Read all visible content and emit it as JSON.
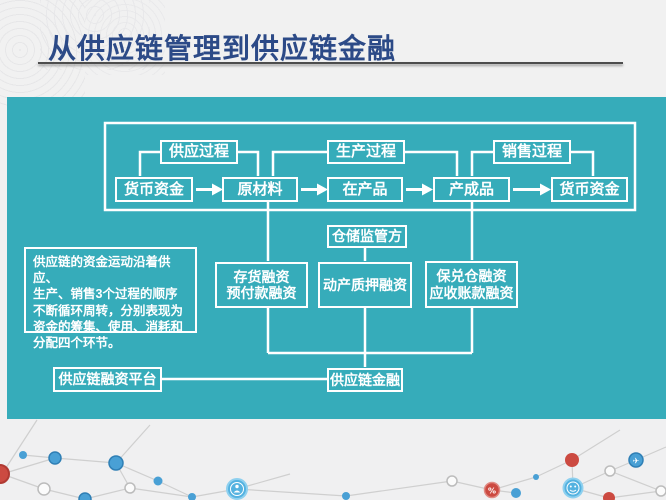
{
  "slide": {
    "title": "从供应链管理到供应链金融"
  },
  "colors": {
    "panel_teal": "#36acba",
    "title_blue": "#2c4a87",
    "diagram_stroke": "#ffffff",
    "header_bg": "#f1f1f1",
    "footer_bg": "#f0f0f1",
    "node_blue": "#49a0d5",
    "node_red": "#cc4a41"
  },
  "diagram": {
    "stage_row": {
      "supply": "供应过程",
      "production": "生产过程",
      "sales": "销售过程"
    },
    "flow_row": {
      "money_left": "货币资金",
      "raw_material": "原材料",
      "work_in_process": "在产品",
      "finished_goods": "产成品",
      "money_right": "货币资金"
    },
    "supervisor": "仓储监管方",
    "financing": {
      "left": "存货融资\n预付款融资",
      "middle": "动产质押融资",
      "right": "保兑仓融资\n应收账款融资"
    },
    "note": "供应链的资金运动沿着供应、\n生产、销售3个过程的顺序\n不断循环周转，分别表现为\n资金的筹集、使用、消耗和\n分配四个环节。",
    "bottom_row": {
      "platform": "供应链融资平台",
      "finance": "供应链金融"
    }
  },
  "footer_icons": [
    "person-icon",
    "smiley-icon",
    "plane-icon",
    "percent-icon"
  ]
}
